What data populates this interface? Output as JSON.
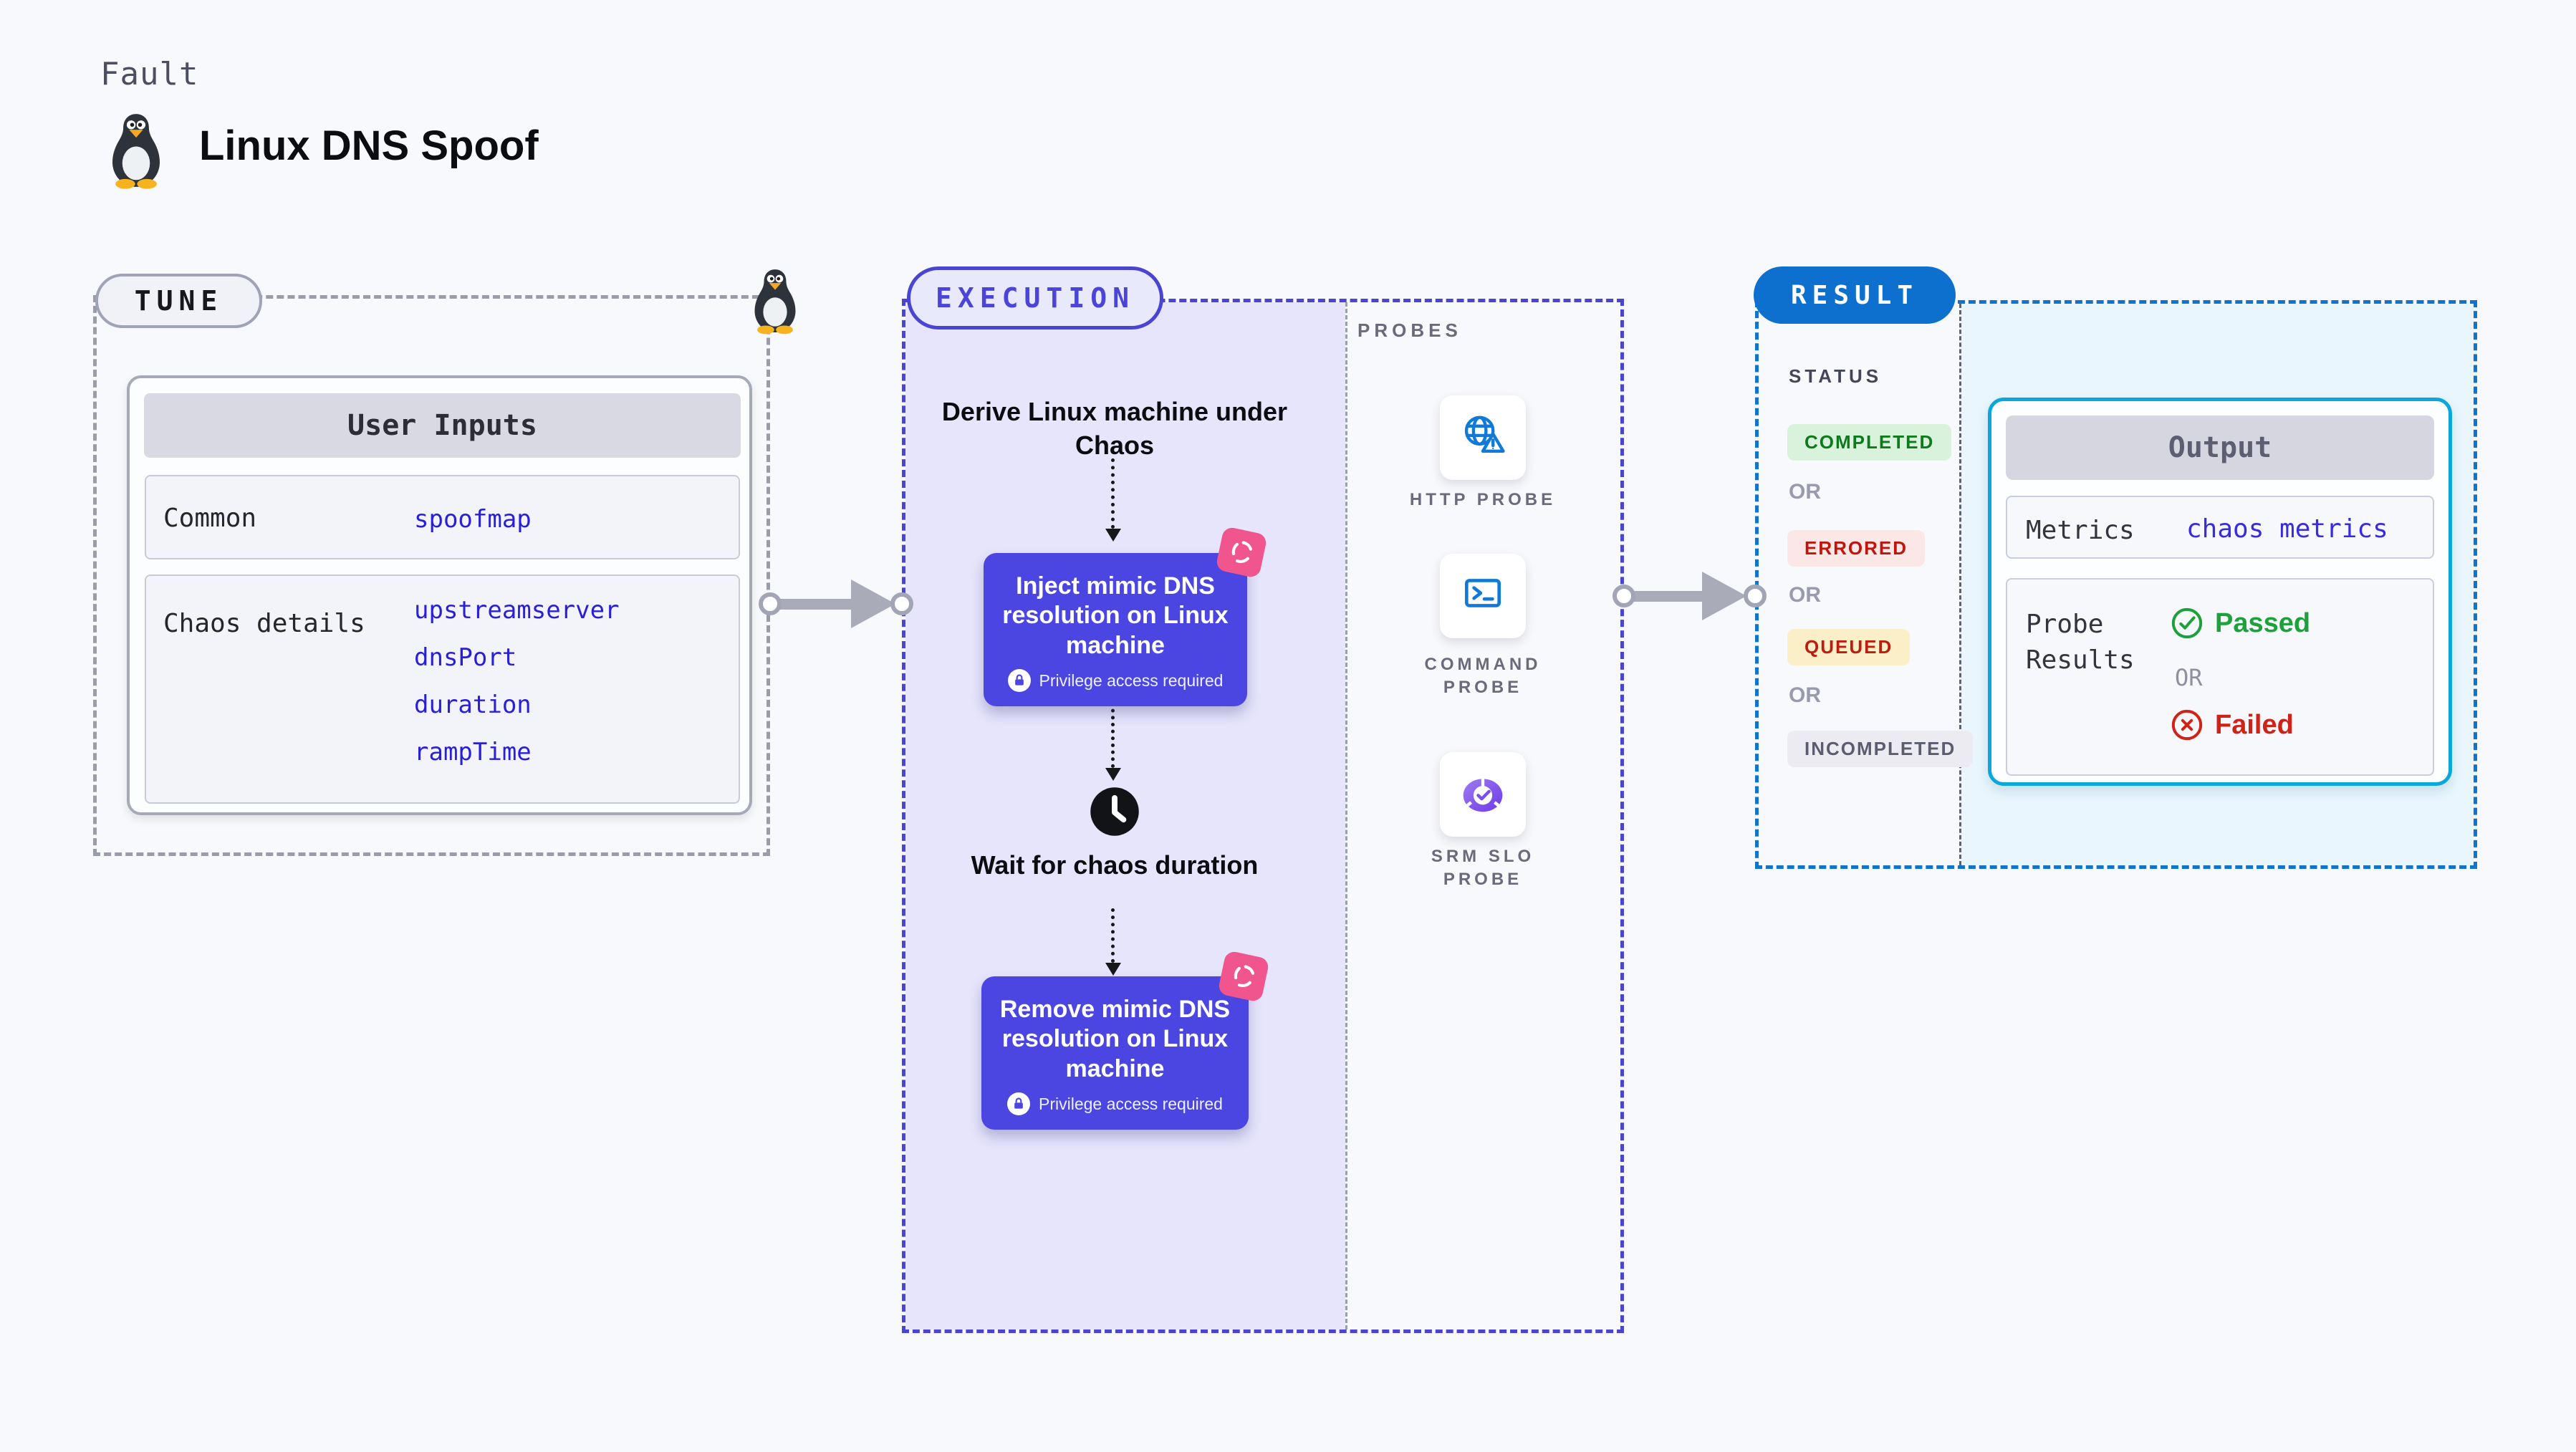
{
  "header": {
    "kicker": "Fault",
    "title": "Linux DNS Spoof"
  },
  "tune": {
    "label": "TUNE",
    "user_inputs": {
      "header": "User Inputs",
      "rows": [
        {
          "label": "Common",
          "values": [
            "spoofmap"
          ]
        },
        {
          "label": "Chaos details",
          "values": [
            "upstreamserver",
            "dnsPort",
            "duration",
            "rampTime"
          ]
        }
      ]
    }
  },
  "execution": {
    "label": "EXECUTION",
    "derive_step": "Derive Linux machine under Chaos",
    "inject_step": "Inject mimic DNS resolution on Linux machine",
    "wait_step": "Wait for chaos duration",
    "remove_step": "Remove mimic DNS resolution on Linux machine",
    "privilege_note": "Privilege access required"
  },
  "probes": {
    "label": "PROBES",
    "items": [
      "HTTP PROBE",
      "COMMAND PROBE",
      "SRM SLO PROBE"
    ]
  },
  "result": {
    "label": "RESULT",
    "status": {
      "heading": "STATUS",
      "or": "OR",
      "badges": [
        "COMPLETED",
        "ERRORED",
        "QUEUED",
        "INCOMPLETED"
      ]
    },
    "output": {
      "header": "Output",
      "metrics_label": "Metrics",
      "metrics_value": "chaos metrics",
      "probe_label": "Probe Results",
      "passed": "Passed",
      "or": "OR",
      "failed": "Failed"
    }
  },
  "colors": {
    "page_bg": "#f8f9fc",
    "indigo_box": "#4b46e2",
    "lavender_zone": "#e6e5fb",
    "exec_border": "#4a44d3",
    "tune_border": "#9a9da9",
    "result_border": "#1273cc",
    "result_pill": "#0d70cf",
    "output_border": "#0aa7db",
    "cyan_zone": "#e9f6fd",
    "probe_icon_blue": "#1179d8",
    "slo_purple": "#7c4dea",
    "chaos_pink": "#f0558e",
    "passed_green": "#1ea03c",
    "failed_red": "#d02318",
    "completed_badge": "#d9f2dc",
    "errored_badge": "#fbe7e6",
    "queued_badge": "#faefc6",
    "incompleted_badge": "#ebebf1",
    "value_blue": "#2a1fd8",
    "connector_gray": "#a9abb8"
  }
}
